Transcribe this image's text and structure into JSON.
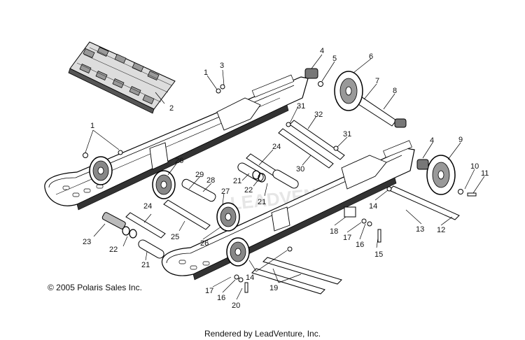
{
  "copyright": "© 2005 Polaris Sales Inc.",
  "footer": "Rendered by LeadVenture, Inc.",
  "watermark": "LEADVENTURE",
  "callouts": {
    "c1a": "1",
    "c1b": "1",
    "c2": "2",
    "c3": "3",
    "c4a": "4",
    "c4b": "4",
    "c5": "5",
    "c6": "6",
    "c7": "7",
    "c8": "8",
    "c9": "9",
    "c10": "10",
    "c11": "11",
    "c12": "12",
    "c13": "13",
    "c14a": "14",
    "c14b": "14",
    "c15": "15",
    "c16a": "16",
    "c16b": "16",
    "c17a": "17",
    "c17b": "17",
    "c18": "18",
    "c19": "19",
    "c20": "20",
    "c21a": "21",
    "c21b": "21",
    "c21c": "21",
    "c22a": "22",
    "c22b": "22",
    "c23": "23",
    "c24a": "24",
    "c24b": "24",
    "c25": "25",
    "c26a": "26",
    "c26b": "26",
    "c27": "27",
    "c28": "28",
    "c29": "29",
    "c30": "30",
    "c31a": "31",
    "c31b": "31",
    "c32": "32"
  }
}
